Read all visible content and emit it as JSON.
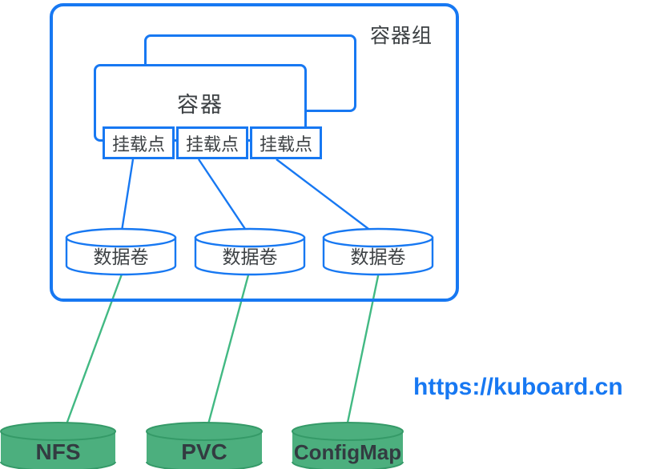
{
  "colors": {
    "blue": "#1778F2",
    "green_line": "#42B983",
    "green_fill": "#4CAF7E",
    "green_rim": "#359A68",
    "ink": "#3C4043",
    "storage_text": "#333B41",
    "link": "#1778F2",
    "bg": "#FFFFFF"
  },
  "pod": {
    "label": "容器组"
  },
  "container": {
    "label": "容器"
  },
  "mount_points": {
    "labels": [
      "挂载点",
      "挂载点",
      "挂载点"
    ]
  },
  "volumes": {
    "labels": [
      "数据卷",
      "数据卷",
      "数据卷"
    ]
  },
  "storage": {
    "labels": [
      "NFS",
      "PVC",
      "ConfigMap"
    ]
  },
  "link": {
    "text": "https://kuboard.cn"
  }
}
